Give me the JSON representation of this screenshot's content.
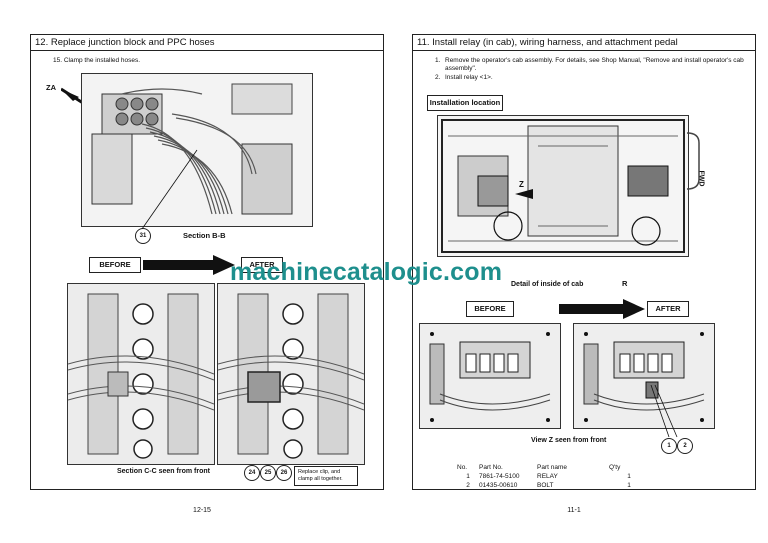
{
  "left": {
    "title": "12. Replace junction block and PPC hoses",
    "step": "15. Clamp the installed hoses.",
    "za_label": "ZA",
    "callout_31": "31",
    "section_bb": "Section B-B",
    "before_label": "BEFORE",
    "after_label": "AFTER",
    "section_cc": "Section C-C seen from front",
    "callouts": [
      "24",
      "25",
      "26"
    ],
    "note": "Replace clip, and clamp all together.",
    "page_number": "12-15"
  },
  "right": {
    "title": "11. Install relay (in cab), wiring harness, and attachment pedal",
    "step1": "Remove the operator's cab assembly. For details, see Shop Manual, \"Remove and install operator's cab assembly\".",
    "step1_num": "1.",
    "step2": "Install relay <1>.",
    "step2_num": "2.",
    "installation_location": "Installation location",
    "fwd": "FWD",
    "z_label": "Z",
    "detail_caption": "Detail of inside of cab",
    "r_label": "R",
    "before_label": "BEFORE",
    "after_label": "AFTER",
    "view_z": "View Z seen from front",
    "callouts": [
      "1",
      "2"
    ],
    "parts_header": [
      "No.",
      "Part No.",
      "Part name",
      "Q'ty"
    ],
    "parts_rows": [
      [
        "1",
        "7861-74-5100",
        "RELAY",
        "1"
      ],
      [
        "2",
        "01435-00610",
        "BOLT",
        "1"
      ]
    ],
    "page_number": "11-1"
  },
  "watermark": "machinecatalogic.com"
}
